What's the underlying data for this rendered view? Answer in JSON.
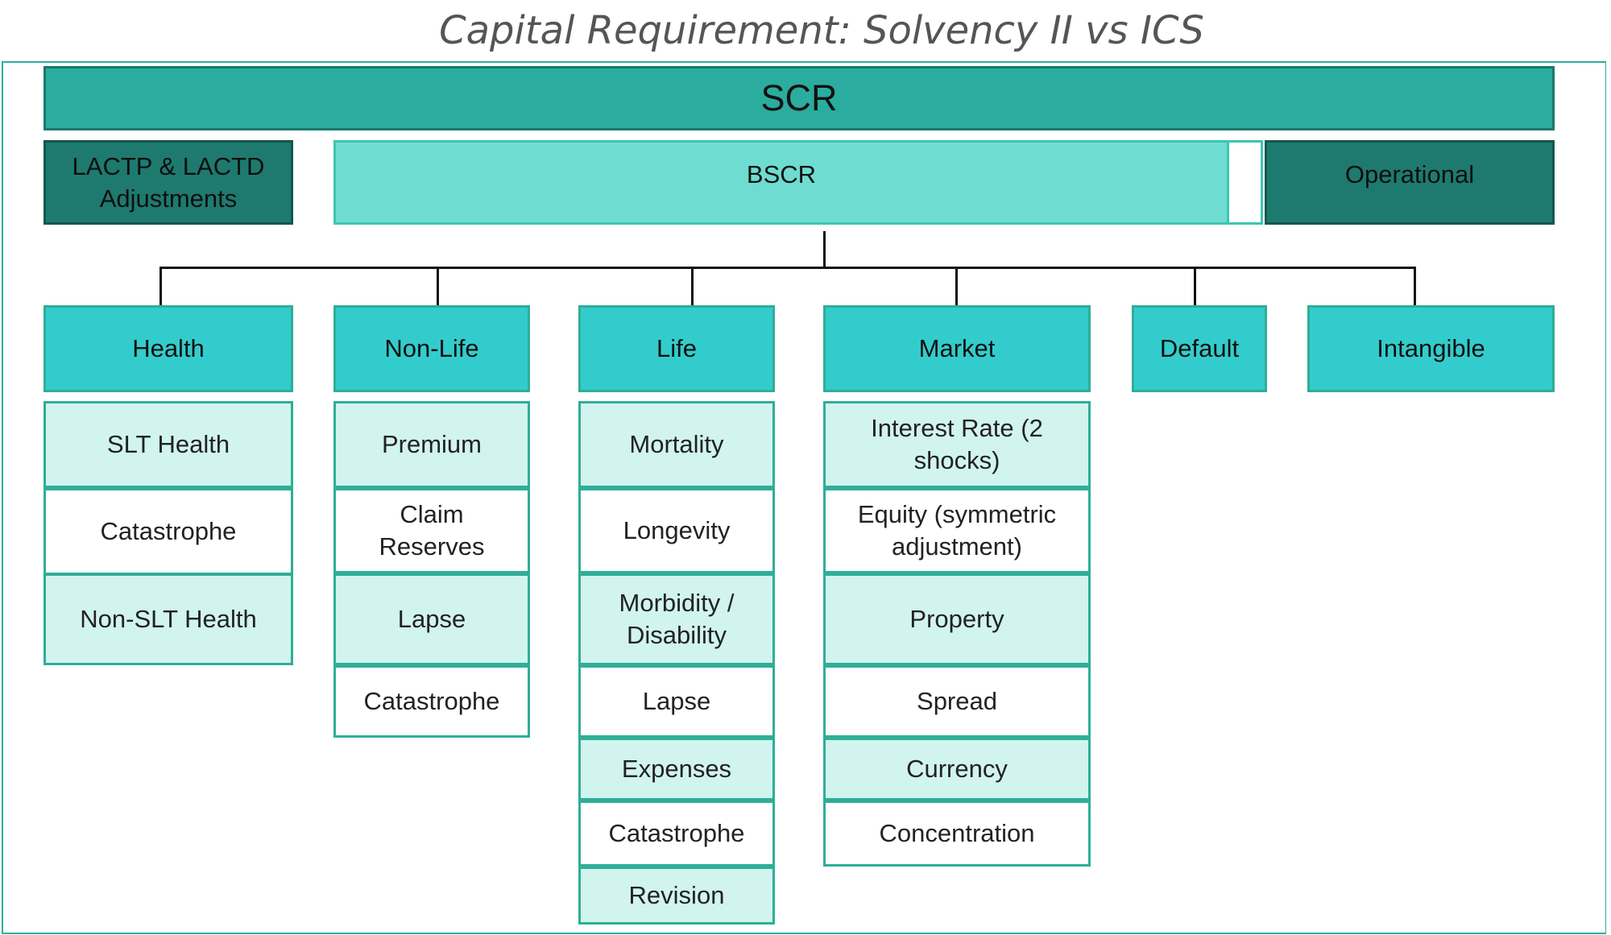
{
  "title": "Capital Requirement: Solvency II vs ICS",
  "scr": "SCR",
  "lactp": "LACTP & LACTD Adjustments",
  "bscr": "BSCR",
  "operational": "Operational",
  "colors": {
    "scr": "#2aac9f",
    "dark": "#1e7a6e",
    "bscr": "#6edcd0",
    "category": "#33cccc",
    "sub_shaded": "#d1f4ef",
    "border": "#2fae98"
  },
  "modules": [
    {
      "name": "Health",
      "subs": [
        "SLT Health",
        "Catastrophe",
        "Non-SLT Health"
      ]
    },
    {
      "name": "Non-Life",
      "subs": [
        "Premium",
        "Claim Reserves",
        "Lapse",
        "Catastrophe"
      ]
    },
    {
      "name": "Life",
      "subs": [
        "Mortality",
        "Longevity",
        "Morbidity / Disability",
        "Lapse",
        "Expenses",
        "Catastrophe",
        "Revision"
      ]
    },
    {
      "name": "Market",
      "subs": [
        "Interest Rate (2 shocks)",
        "Equity (symmetric adjustment)",
        "Property",
        "Spread",
        "Currency",
        "Concentration"
      ]
    },
    {
      "name": "Default",
      "subs": []
    },
    {
      "name": "Intangible",
      "subs": []
    }
  ]
}
